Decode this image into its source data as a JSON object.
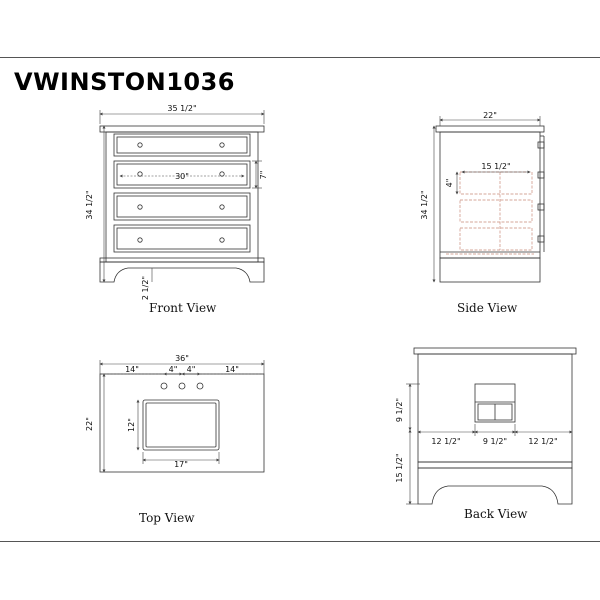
{
  "title": "VWINSTON1036",
  "views": {
    "front": {
      "caption": "Front View",
      "width_dim": "35 1/2\"",
      "height_dim": "34 1/2\"",
      "drawer_width_dim": "30\"",
      "drawer_height_dim": "7\"",
      "toe_dim": "2 1/2\""
    },
    "side": {
      "caption": "Side View",
      "depth_dim": "22\"",
      "height_dim": "34 1/2\"",
      "inner_depth_dim": "15 1/2\"",
      "inner_height_dim": "4\""
    },
    "top": {
      "caption": "Top View",
      "width_dim": "36\"",
      "depth_dim": "22\"",
      "left_margin_dim": "14\"",
      "right_margin_dim": "14\"",
      "faucet_left_dim": "4\"",
      "faucet_right_dim": "4\"",
      "sink_depth_dim": "12\"",
      "sink_width_dim": "17\""
    },
    "back": {
      "caption": "Back View",
      "opening_height_dim": "9 1/2\"",
      "bottom_height_dim": "15 1/2\"",
      "left_dim": "12 1/2\"",
      "center_dim": "9 1/2\"",
      "right_dim": "12 1/2\""
    }
  }
}
